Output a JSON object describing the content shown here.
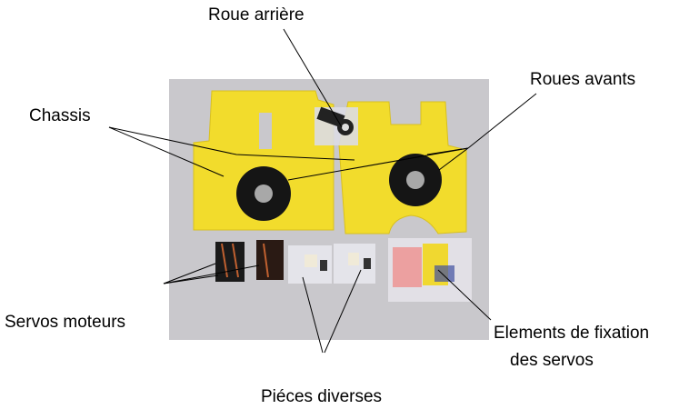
{
  "labels": {
    "roue_arriere": "Roue arrière",
    "roues_avants": "Roues avants",
    "chassis": "Chassis",
    "servos_moteurs": "Servos moteurs",
    "elements_line1": "Elements de fixation",
    "elements_line2": "des servos",
    "pieces_diverses": "Piéces diverses"
  },
  "colors": {
    "background": "#c9c8cc",
    "chassis": "#f2dc2c",
    "wheel": "#151515",
    "hub": "#a8a8a8"
  }
}
